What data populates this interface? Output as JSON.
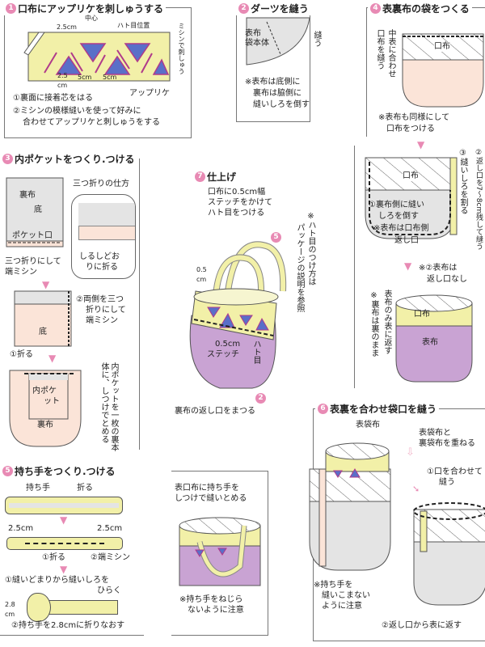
{
  "colors": {
    "accent": "#e88ab4",
    "yellow": "#f2f0a8",
    "purple": "#c9a3d3",
    "peach": "#fbe4d8",
    "gray": "#e4e4e4",
    "triangle": "#5a6fc8"
  },
  "s1": {
    "num": "1",
    "title": "口布にアップリケを刺しゅうする",
    "center": "中心",
    "cm25": "2.5cm",
    "grommet": "ハト目位置",
    "machine": "ミシンで刺しゅう",
    "cm25b": "2.5 cm",
    "cm5a": "5cm",
    "cm5b": "5cm",
    "applique": "アップリケ",
    "step1": "①裏面に接着芯をはる",
    "step2a": "②ミシンの模様縫いを使って好みに",
    "step2b": "合わせてアップリケと刺しゅうをする"
  },
  "s2": {
    "num": "2",
    "title": "ダーツを縫う",
    "body": "表布",
    "body2": "袋本体",
    "sew": "縫う",
    "note1": "※表布は底側に",
    "note2": "裏布は脇側に",
    "note3": "縫いしろを倒す"
  },
  "s4": {
    "num": "4",
    "title": "表裏布の袋をつくる",
    "align": "中表に合わせ",
    "sew": "口布を縫う",
    "kuchinuno": "口布",
    "note1": "※表布も同様にして",
    "note2": "口布をつける",
    "kuchinuno2": "口布",
    "lining1": "①裏布側に縫い",
    "lining2": "しろを倒す",
    "outer": "※表布は口布側",
    "opening": "返し口",
    "step3": "③縫いしろを割る",
    "step2": "②返し口を7〜8cm残して縫う",
    "note3a": "※②表布は",
    "note3b": "返し口なし",
    "kuchinuno3": "口布",
    "outerfab": "表布",
    "turn": "表布のみ表に返す",
    "lining_note": "※裏布は裏のまま"
  },
  "s3": {
    "num": "3",
    "title": "内ポケットをつくり.つける",
    "fold_how": "三つ折りの仕方",
    "lining": "裏布",
    "bottom": "底",
    "pocket_mouth": "ポケット口",
    "hem1": "三つ折りにして",
    "hem2": "端ミシン",
    "mark1": "しるしどお",
    "mark2": "りに折る",
    "sides1": "②両側を三つ",
    "sides2": "折りにして",
    "sides3": "端ミシン",
    "bottom2": "底",
    "fold": "①折る",
    "pocket1": "内ポケ",
    "pocket2": "ット",
    "lining2": "裏布",
    "baste": "内ポケットを一枚の裏本体に、しつけでとめる"
  },
  "s7": {
    "num": "7",
    "title": "仕上げ",
    "stitch1": "口布に0.5cm幅",
    "stitch2": "ステッチをかけて",
    "stitch3": "ハト目をつける",
    "cm05": "0.5 cm",
    "ref": "5",
    "grommet_note": "※ハト目のつけ方は",
    "grommet_note2": "パッケージの説明を参照",
    "stitch05a": "0.5cm",
    "stitch05b": "ステッチ",
    "grommet": "ハト目",
    "close": "裏布の返し口をまつる",
    "ref2": "2"
  },
  "s5": {
    "num": "5",
    "title": "持ち手をつくり.つける",
    "handle": "持ち手",
    "fold": "折る",
    "cm25a": "2.5cm",
    "cm25b": "2.5cm",
    "fold1": "①折る",
    "edge": "②端ミシン",
    "open1": "①縫いどまりから縫いしろを",
    "open2": "ひらく",
    "cm28": "2.8 cm",
    "refold": "②持ち手を2.8cmに折りなおす",
    "attach1": "表口布に持ち手を",
    "attach2": "しつけで縫いとめる",
    "twist1": "※持ち手をねじら",
    "twist2": "ないように注意"
  },
  "s6": {
    "num": "6",
    "title": "表裏を合わせ袋口を縫う",
    "outer_bag": "表袋布",
    "overlap1": "表袋布と",
    "overlap2": "裏袋布を重ねる",
    "sew1": "①口を合わせて",
    "sew2": "縫う",
    "caution1": "※持ち手を",
    "caution2": "縫いこまない",
    "caution3": "ように注意",
    "turn": "②返し口から表に返す"
  }
}
